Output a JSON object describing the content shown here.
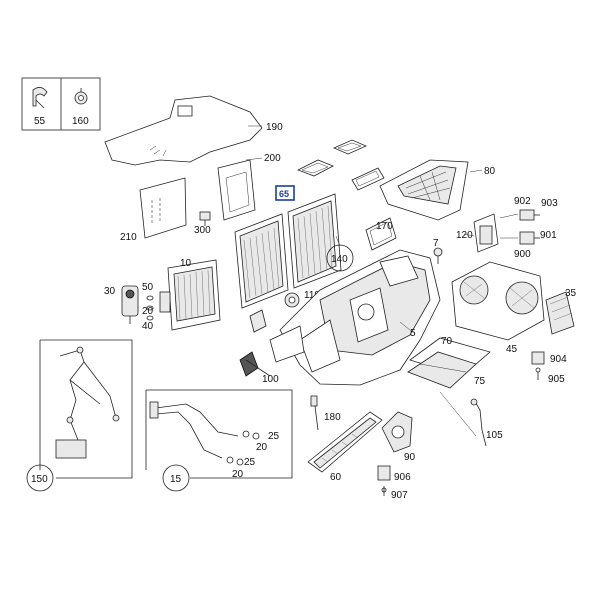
{
  "colors": {
    "highlight": "#1a3fa0",
    "line": "#222222",
    "background": "#ffffff"
  },
  "callouts": {
    "c55": "55",
    "c160": "160",
    "c190": "190",
    "c200": "200",
    "c210": "210",
    "c300": "300",
    "c65": "65",
    "c80": "80",
    "c170": "170",
    "c120": "120",
    "c902": "902",
    "c903": "903",
    "c900": "900",
    "c901": "901",
    "c7": "7",
    "c140": "140",
    "c10": "10",
    "c30": "30",
    "c50": "50",
    "c20a": "20",
    "c40": "40",
    "c110": "110",
    "c35": "35",
    "c5": "5",
    "c70": "70",
    "c45": "45",
    "c904": "904",
    "c905": "905",
    "c100": "100",
    "c75": "75",
    "c180": "180",
    "c25a": "25",
    "c20b": "20",
    "c25b": "25",
    "c20c": "20",
    "c105": "105",
    "c90": "90",
    "c60": "60",
    "c906": "906",
    "c907": "907",
    "c150": "150",
    "c15": "15"
  }
}
